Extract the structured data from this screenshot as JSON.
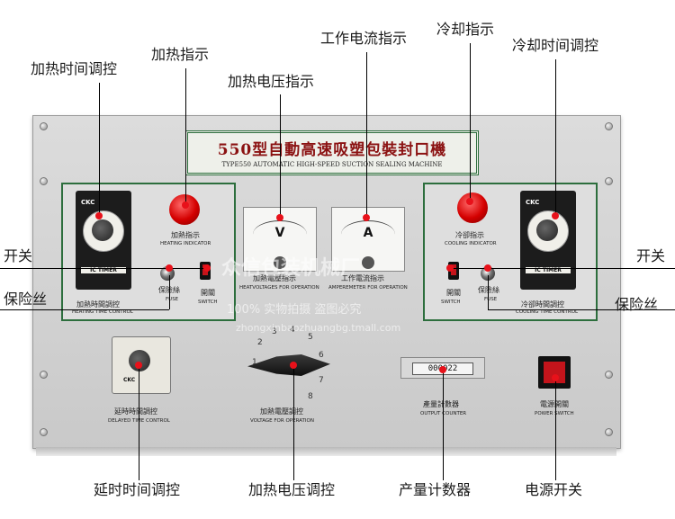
{
  "callouts": {
    "heating_time_control": "加热时间调控",
    "heating_indicator": "加热指示",
    "heating_voltage_indicator": "加热电压指示",
    "working_current_indicator": "工作电流指示",
    "cooling_indicator": "冷却指示",
    "cooling_time_control": "冷却时间调控",
    "switch_left": "开关",
    "switch_right": "开关",
    "fuse_left": "保险丝",
    "fuse_right": "保险丝",
    "delayed_time_control": "延时时间调控",
    "heating_voltage_control": "加热电压调控",
    "output_counter": "产量计数器",
    "power_switch": "电源开关"
  },
  "panel": {
    "title_cn": "550型自動高速吸塑包裝封口機",
    "title_en": "TYPE550 AUTOMATIC HIGH-SPEED SUCTION SEALING MACHINE",
    "heating_indicator": {
      "cn": "加熱指示",
      "en": "HEATING INDICATOR"
    },
    "cooling_indicator": {
      "cn": "冷卻指示",
      "en": "COOLING INDICATOR"
    },
    "heating_time": {
      "cn": "加熱時間調控",
      "en": "HEATING TIME CONTROL"
    },
    "cooling_time": {
      "cn": "冷卻時間調控",
      "en": "COOLING TIME CONTROL"
    },
    "fuse": {
      "cn": "保險絲",
      "en": "FUSE"
    },
    "switch": {
      "cn": "開關",
      "en": "SWITCH"
    },
    "voltmeter": {
      "cn": "加熱電壓指示",
      "en": "HEATVOLTAGES FOR OPERATION",
      "unit": "V"
    },
    "ammeter": {
      "cn": "工作電流指示",
      "en": "AMPEREMETER FOR OPERATION",
      "unit": "A"
    },
    "delayed_time": {
      "cn": "延時時間調控",
      "en": "DELAYED TIME CONTROL"
    },
    "voltage_op": {
      "cn": "加熱電壓調控",
      "en": "VOLTAGE FOR OPERATION"
    },
    "counter": {
      "cn": "產量計數器",
      "en": "OUTPUT COUNTER",
      "value": "000022"
    },
    "power": {
      "cn": "電源開關",
      "en": "POWER SWITCH"
    },
    "timer_brand": "CKC",
    "timer_label": "IC TIMER",
    "dial_numbers": [
      "1",
      "2",
      "3",
      "4",
      "5",
      "6",
      "7",
      "8"
    ]
  },
  "watermark": {
    "main": "众信包装机械厂",
    "sub": "100% 实物拍摄  盗图必究",
    "url": "zhongxinbaozhuangbg.tmall.com"
  },
  "colors": {
    "frame_green": "#2d6e3d",
    "lamp_red": "#d40000",
    "marker_red": "#e8111a"
  }
}
